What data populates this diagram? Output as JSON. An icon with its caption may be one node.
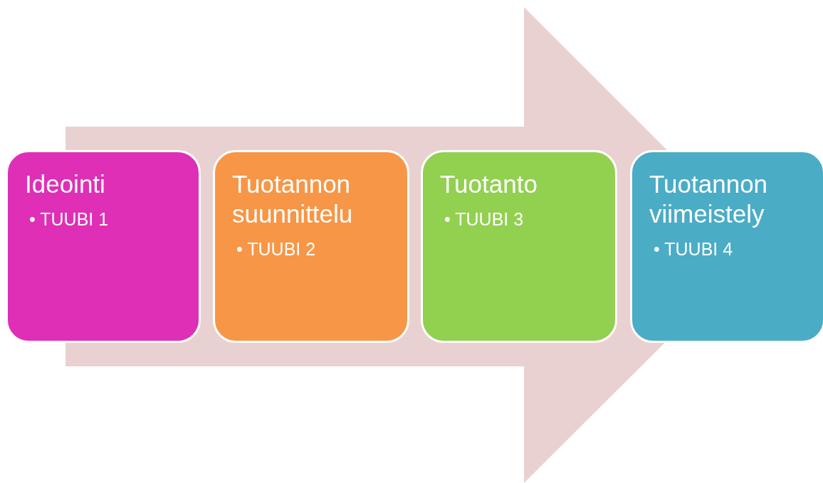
{
  "diagram": {
    "nodes": [
      {
        "text": [
          "Ideointi",
          "• TUUBI 1"
        ]
      },
      {
        "text": [
          "Tuotannon suunnittelu",
          "• TUUBI 2"
        ]
      },
      {
        "text": [
          "Tuotanto",
          "• TUUBI 3"
        ]
      },
      {
        "text": [
          "Tuotannon viimeistely",
          "• TUUBI 4"
        ]
      }
    ],
    "edges": [
      {
        "from": 0,
        "to": 3,
        "arrow": "to"
      }
    ]
  }
}
